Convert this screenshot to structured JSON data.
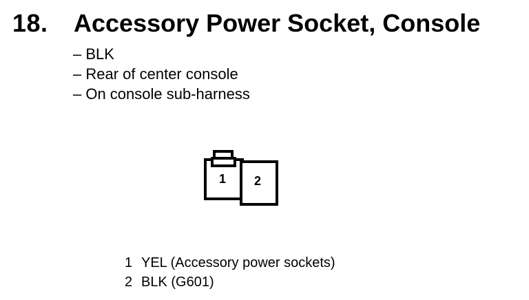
{
  "heading": {
    "number": "18.",
    "title": "Accessory Power Socket, Console"
  },
  "notes": [
    "– BLK",
    "– Rear of center console",
    "– On console sub-harness"
  ],
  "connector": {
    "pins": [
      {
        "number": "1"
      },
      {
        "number": "2"
      }
    ]
  },
  "legend": [
    {
      "pin": "1",
      "description": "YEL (Accessory power sockets)"
    },
    {
      "pin": "2",
      "description": "BLK (G601)"
    }
  ]
}
